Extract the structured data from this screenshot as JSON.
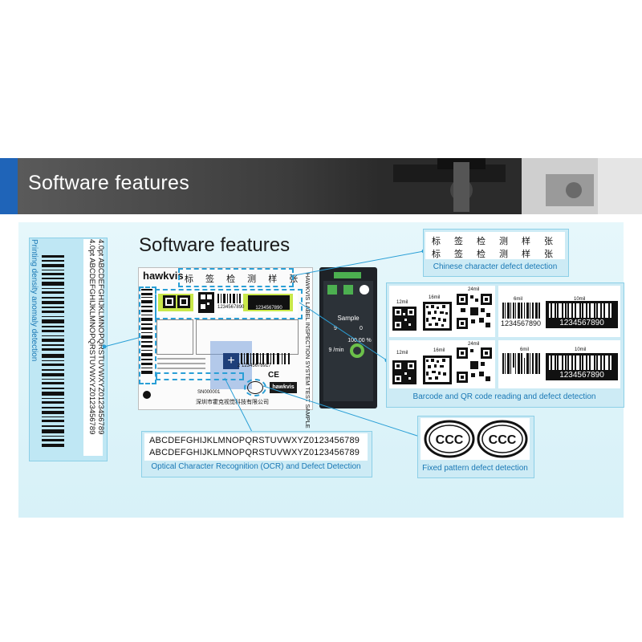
{
  "header": {
    "title": "Software features"
  },
  "main": {
    "title": "Software features",
    "brand": "hawkvis",
    "label_sheet": {
      "heading": "标 签 检 测 样 张",
      "side_text": "HAWKVIS LABEL INSPECTION SYSTEM TEST SAMPLE",
      "barcode_number": "1234567890",
      "barcode_number_2": "2 12345678917",
      "cn_footer": "深圳市霍克视觉科技有限公司",
      "sn_text": "SN000001"
    },
    "screen": {
      "sample": "Sample",
      "val1": "9",
      "val2": "0",
      "val3": "100.00 %",
      "val4": "9 /min"
    }
  },
  "features": {
    "density": {
      "caption": "Printing density anomaly detection",
      "line1": "4.0pt ABCDEFGHIJKLMNOPQRSTUVWXYZ0123456789",
      "line2": "4.0pt ABCDEFGHIJKLMNOPQRSTUVWXYZ0123456789"
    },
    "chinese": {
      "caption": "Chinese character defect detection",
      "row1": "标签检测样张",
      "row2": "标签检测样张"
    },
    "barcode": {
      "caption": "Barcode and QR code reading and defect detection",
      "labels": [
        "12mil",
        "16mil",
        "24mil",
        "6mil",
        "10mil"
      ],
      "number": "1234567890"
    },
    "ocr": {
      "caption": "Optical Character Recognition (OCR) and Defect Detection",
      "line1": "ABCDEFGHIJKLMNOPQRSTUVWXYZ0123456789",
      "line2": "ABCDEFGHIJKLMNOPQRSTUVWXYZ0123456789"
    },
    "pattern": {
      "caption": "Fixed pattern defect detection",
      "mark": "CCC"
    }
  },
  "colors": {
    "accent": "#1f64b8",
    "callout_line": "#2a9fd6",
    "panel_bg": "#d7f1f8",
    "caption": "#1a78b5"
  }
}
